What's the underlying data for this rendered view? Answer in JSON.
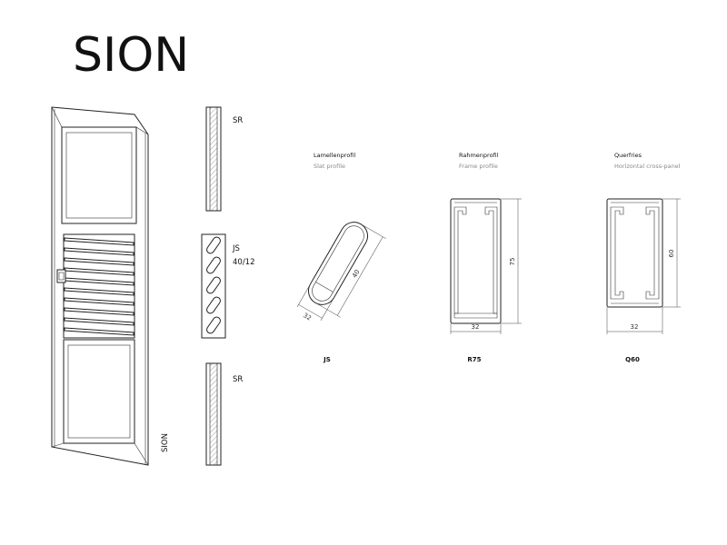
{
  "title": "SION",
  "side_label": "SION",
  "sections": [
    {
      "label": "SR"
    },
    {
      "label": "JS",
      "sublabel": "40/12"
    },
    {
      "label": "SR"
    }
  ],
  "profiles": [
    {
      "title": "Lamellenprofil",
      "subtitle": "Slat profile",
      "code": "JS",
      "dimensions": {
        "length": "40",
        "width": "32"
      }
    },
    {
      "title": "Rahmenprofil",
      "subtitle": "Frame profile",
      "code": "R75",
      "dimensions": {
        "height": "75",
        "width": "32"
      }
    },
    {
      "title": "Querfries",
      "subtitle": "Horizontal cross-panel",
      "code": "Q60",
      "dimensions": {
        "height": "60",
        "width": "32"
      }
    }
  ],
  "colors": {
    "line": "#222222",
    "hatch": "#555555",
    "subtitle": "#8a8a8a"
  }
}
